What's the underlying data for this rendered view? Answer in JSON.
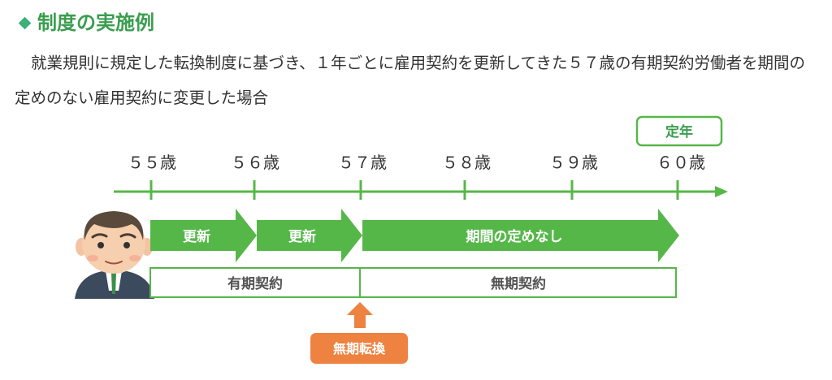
{
  "section": {
    "title": "制度の実施例"
  },
  "description": "就業規則に規定した転換制度に基づき、１年ごとに雇用契約を更新してきた５７歳の有期契約労働者を期間の定めのない雇用契約に変更した場合",
  "timeline": {
    "ages": [
      "５５歳",
      "５６歳",
      "５７歳",
      "５８歳",
      "５９歳",
      "６０歳"
    ],
    "retirement_label": "定年"
  },
  "arrows": {
    "renew_1": "更新",
    "renew_2": "更新",
    "indefinite": "期間の定めなし"
  },
  "contracts": {
    "fixed_term": "有期契約",
    "indefinite_term": "無期契約"
  },
  "conversion": {
    "label": "無期転換"
  },
  "colors": {
    "green": "#56b749",
    "dark_green": "#3a9d4f",
    "orange": "#ee8240",
    "text": "#333333"
  }
}
